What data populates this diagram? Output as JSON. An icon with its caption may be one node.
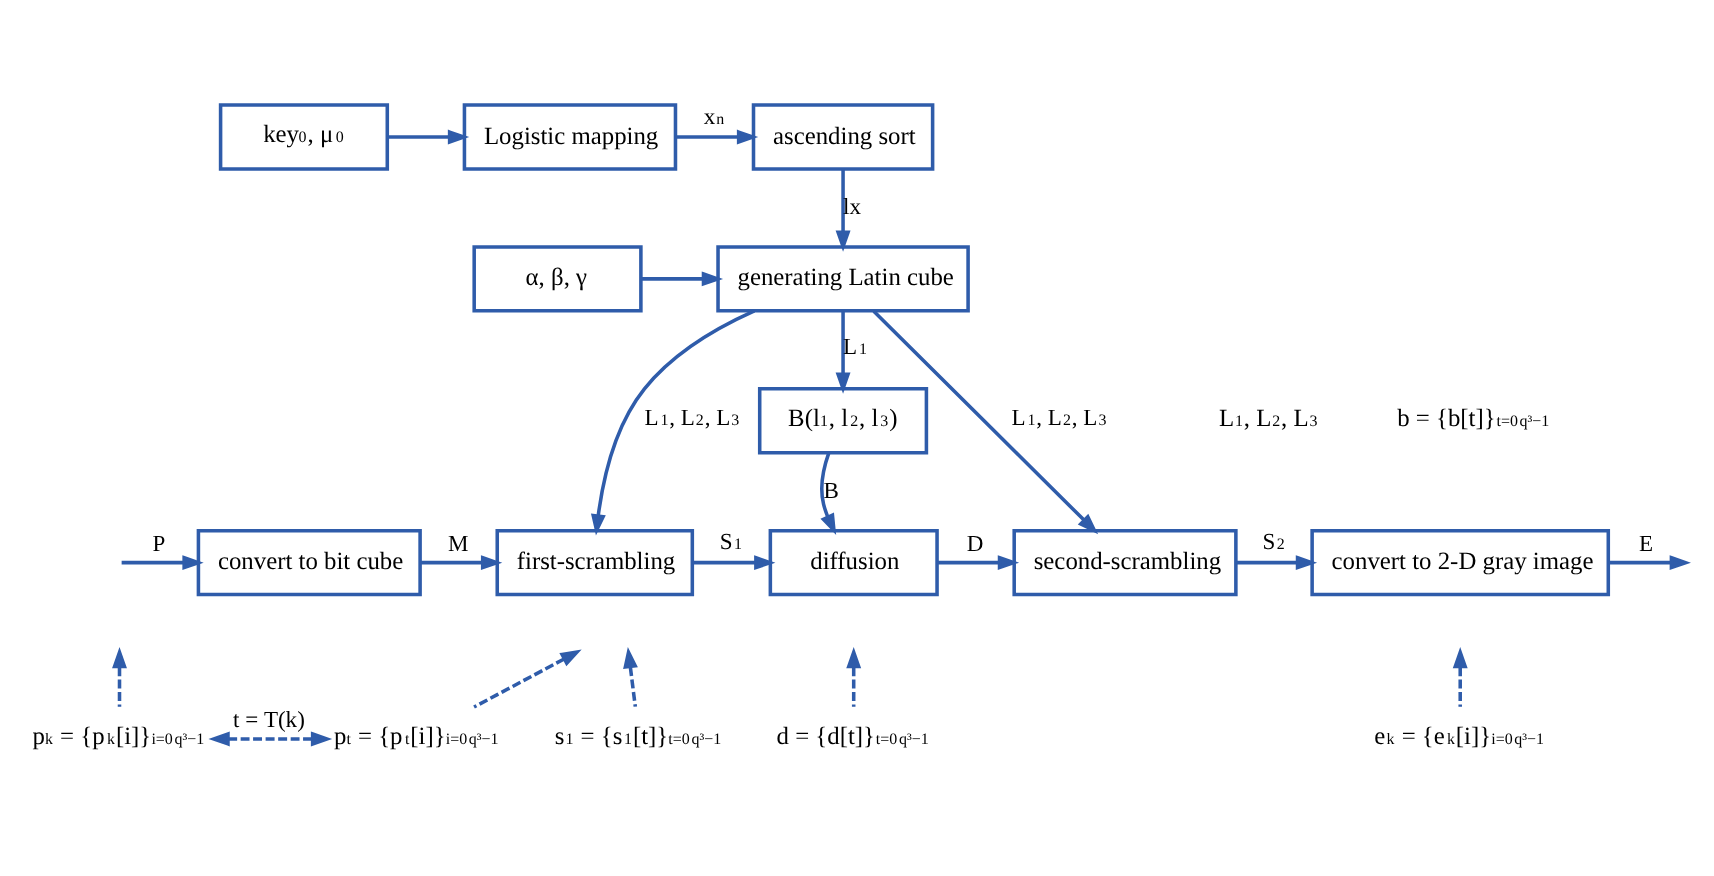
{
  "diagram": {
    "nodes": [
      {
        "text": [
          "key$_{0}$, μ$_{0}$"
        ]
      },
      {
        "text": [
          "Logistic mapping"
        ]
      },
      {
        "text": [
          "ascending sort"
        ]
      },
      {
        "text": [
          "α, β, γ"
        ]
      },
      {
        "text": [
          "generating Latin cube"
        ]
      },
      {
        "text": [
          "B(l$_{1}$, l$_{2}$, l$_{3}$)"
        ]
      },
      {
        "text": [
          "convert to bit cube"
        ]
      },
      {
        "text": [
          "first-scrambling"
        ]
      },
      {
        "text": [
          "diffusion"
        ]
      },
      {
        "text": [
          "second-scrambling"
        ]
      },
      {
        "text": [
          "convert to 2-D gray image"
        ]
      },
      {
        "text": [
          "p$_{k}$ = {p$_{k}$[i]}$_{i=0}$$^{q³−1}$"
        ]
      },
      {
        "text": [
          "p$_{t}$ = {p$_{t}$[i]}$_{i=0}$$^{q³−1}$"
        ]
      },
      {
        "text": [
          "s$_{1}$ = {s$_{1}$[t]}$_{t=0}$$^{q³−1}$"
        ]
      },
      {
        "text": [
          "d = {d[t]}$_{t=0}$$^{q³−1}$"
        ]
      },
      {
        "text": [
          "e$_{k}$ = {e$_{k}$[i]}$_{i=0}$$^{q³−1}$"
        ]
      }
    ],
    "edges": [
      {
        "from": 0,
        "to": 1,
        "arrow": "to"
      },
      {
        "from": 1,
        "to": 2,
        "arrow": "to",
        "label": "x$_{n}$"
      },
      {
        "from": 2,
        "to": 4,
        "arrow": "to",
        "label": "lx"
      },
      {
        "from": 3,
        "to": 4,
        "arrow": "to"
      },
      {
        "from": 4,
        "to": 5,
        "arrow": "to",
        "label": "L$_{1}$"
      },
      {
        "from": 4,
        "to": 7,
        "arrow": "to",
        "label": "L$_{1}$, L$_{2}$, L$_{3}$"
      },
      {
        "from": 4,
        "to": 9,
        "arrow": "to",
        "label": "L$_{1}$, L$_{2}$, L$_{3}$"
      },
      {
        "from": null,
        "to": 6,
        "arrow": "to",
        "label": "P"
      },
      {
        "from": 6,
        "to": 7,
        "arrow": "to",
        "label": "M"
      },
      {
        "from": 7,
        "to": 8,
        "arrow": "to",
        "label": "S$_{1}$"
      },
      {
        "from": 5,
        "to": 8,
        "arrow": "to",
        "label": "B"
      },
      {
        "from": 8,
        "to": 9,
        "arrow": "to",
        "label": "D"
      },
      {
        "from": 9,
        "to": 10,
        "arrow": "to",
        "label": "S$_{2}$"
      },
      {
        "from": 10,
        "to": null,
        "arrow": "to",
        "label": "E"
      },
      {
        "from": 11,
        "to": null,
        "arrow": "to",
        "style": "dashed"
      },
      {
        "from": 12,
        "to": null,
        "arrow": "to",
        "style": "dashed"
      },
      {
        "from": 13,
        "to": null,
        "arrow": "to",
        "style": "dashed"
      },
      {
        "from": 14,
        "to": null,
        "arrow": "to",
        "style": "dashed"
      },
      {
        "from": 15,
        "to": null,
        "arrow": "to",
        "style": "dashed"
      },
      {
        "from": 11,
        "to": 12,
        "arrow": "both",
        "style": "dashed",
        "label": "t = T(k)"
      }
    ],
    "labels": [
      "L$_{1}$, L$_{2}$, L$_{3}$",
      "b = {b[t]}$_{t=0}$$^{q³−1}$"
    ]
  }
}
